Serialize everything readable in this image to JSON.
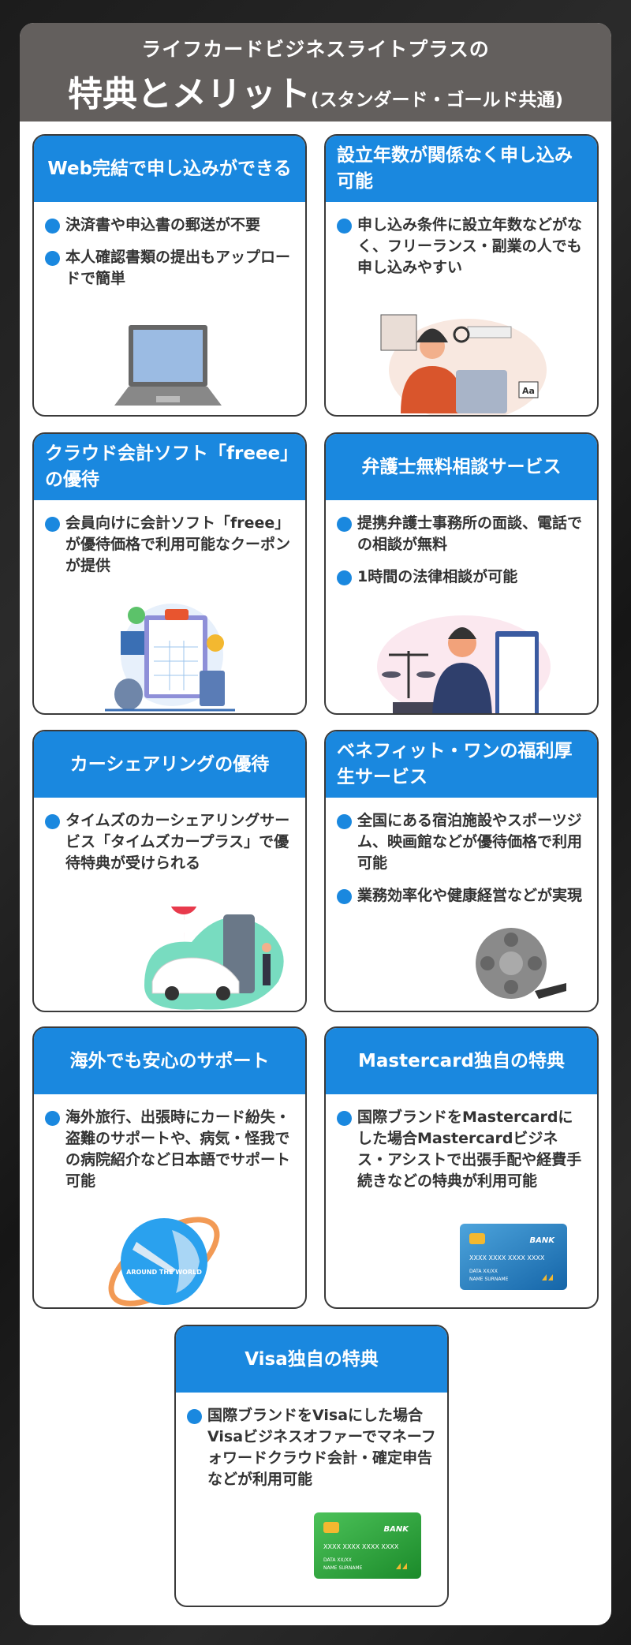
{
  "header": {
    "line1": "ライフカードビジネスライトプラスの",
    "line2": "特典とメリット",
    "line2_sub": "(スタンダード・ゴールド共通)"
  },
  "colors": {
    "accent": "#1a88df",
    "header_bg": "#635f5d"
  },
  "cards": [
    {
      "title": "Web完結で申し込みができる",
      "bullets": [
        "決済書や申込書の郵送が不要",
        "本人確認書類の提出もアップロードで簡単"
      ],
      "icon": "laptop-illustration"
    },
    {
      "title": "設立年数が関係なく申し込み可能",
      "bullets": [
        "申し込み条件に設立年数などがなく、フリーランス・副業の人でも申し込みやすい"
      ],
      "icon": "freelancer-illustration"
    },
    {
      "title": "クラウド会計ソフト「freee」の優待",
      "bullets": [
        "会員向けに会計ソフト「freee」が優待価格で利用可能なクーポンが提供"
      ],
      "icon": "accounting-illustration"
    },
    {
      "title": "弁護士無料相談サービス",
      "bullets": [
        "提携弁護士事務所の面談、電話での相談が無料",
        "1時間の法律相談が可能"
      ],
      "icon": "lawyer-illustration"
    },
    {
      "title": "カーシェアリングの優待",
      "bullets": [
        "タイムズのカーシェアリングサービス「タイムズカープラス」で優待特典が受けられる"
      ],
      "icon": "car-sharing-illustration"
    },
    {
      "title": "ベネフィット・ワンの福利厚生サービス",
      "bullets": [
        "全国にある宿泊施設やスポーツジム、映画館などが優待価格で利用可能",
        "業務効率化や健康経営などが実現"
      ],
      "icon": "film-reel-illustration"
    },
    {
      "title": "海外でも安心のサポート",
      "bullets": [
        "海外旅行、出張時にカード紛失・盗難のサポートや、病気・怪我での病院紹介など日本語でサポート可能"
      ],
      "icon": "globe-illustration",
      "globe_text": "AROUND THE WORLD"
    },
    {
      "title": "Mastercard独自の特典",
      "bullets": [
        "国際ブランドをMastercardにした場合Mastercardビジネス・アシストで出張手配や経費手続きなどの特典が利用可能"
      ],
      "icon": "credit-card-blue",
      "card": {
        "bank": "BANK",
        "number": "XXXX XXXX XXXX XXXX",
        "date": "DATA XX/XX",
        "name": "NAME SURNAME"
      }
    },
    {
      "title": "Visa独自の特典",
      "bullets": [
        "国際ブランドをVisaにした場合Visaビジネスオファーでマネーフォワードクラウド会計・確定申告などが利用可能"
      ],
      "icon": "credit-card-green",
      "card": {
        "bank": "BANK",
        "number": "XXXX XXXX XXXX XXXX",
        "date": "DATA XX/XX",
        "name": "NAME SURNAME"
      }
    }
  ]
}
